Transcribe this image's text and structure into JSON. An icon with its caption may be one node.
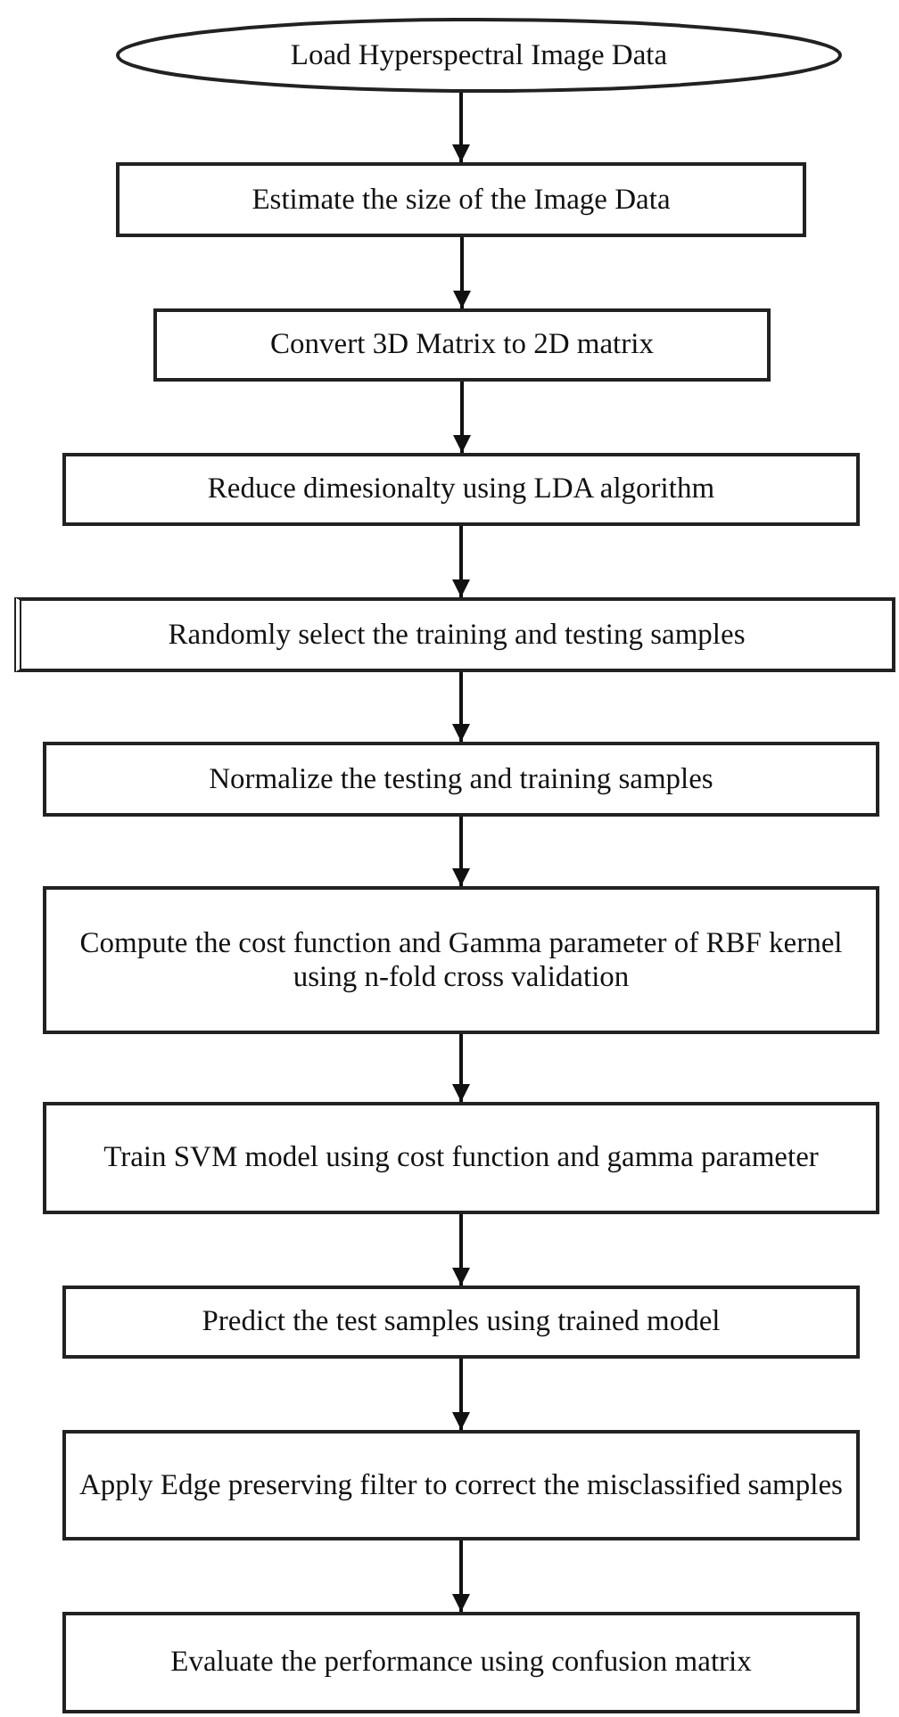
{
  "diagram": {
    "nodes": [
      {
        "text": [
          "Load Hyperspectral Image Data"
        ]
      },
      {
        "text": [
          "Estimate the size of the Image Data"
        ]
      },
      {
        "text": [
          "Convert 3D Matrix to  2D matrix"
        ]
      },
      {
        "text": [
          "Reduce dimesionalty using LDA algorithm"
        ]
      },
      {
        "text": [
          "Randomly select the training and testing samples"
        ]
      },
      {
        "text": [
          "Normalize the testing and training samples"
        ]
      },
      {
        "text": [
          "Compute the cost function and Gamma parameter of RBF kernel using n-fold cross validation"
        ]
      },
      {
        "text": [
          "Train SVM model using cost function and gamma parameter"
        ]
      },
      {
        "text": [
          "Predict the test samples using trained  model"
        ]
      },
      {
        "text": [
          "Apply Edge preserving filter to correct the misclassified samples"
        ]
      },
      {
        "text": [
          "Evaluate the performance using confusion matrix"
        ]
      }
    ],
    "edges": [
      {
        "from": 0,
        "to": 1,
        "arrow": "to"
      },
      {
        "from": 1,
        "to": 2,
        "arrow": "to"
      },
      {
        "from": 2,
        "to": 3,
        "arrow": "to"
      },
      {
        "from": 3,
        "to": 4,
        "arrow": "to"
      },
      {
        "from": 4,
        "to": 5,
        "arrow": "to"
      },
      {
        "from": 5,
        "to": 6,
        "arrow": "to"
      },
      {
        "from": 6,
        "to": 7,
        "arrow": "to"
      },
      {
        "from": 7,
        "to": 8,
        "arrow": "to"
      },
      {
        "from": 8,
        "to": 9,
        "arrow": "to"
      },
      {
        "from": 9,
        "to": 10,
        "arrow": "to"
      }
    ]
  }
}
